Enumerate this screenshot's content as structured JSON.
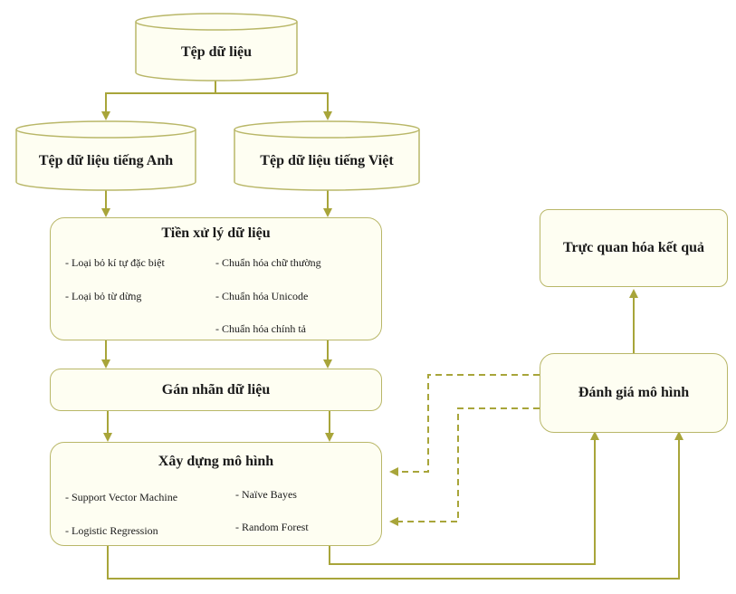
{
  "colors": {
    "stroke": "#a8a53a",
    "fill": "#fefef2",
    "border": "#b9b768"
  },
  "source": {
    "label": "Tệp dữ liệu"
  },
  "english": {
    "label": "Tệp dữ liệu tiếng Anh"
  },
  "vietnamese": {
    "label": "Tệp dữ liệu tiếng Việt"
  },
  "preprocess": {
    "title": "Tiền xử lý dữ liệu",
    "items": [
      "- Loại bỏ kí tự đặc biệt",
      "- Loại bỏ từ dừng",
      "- Chuẩn hóa chữ thường",
      "- Chuẩn hóa Unicode",
      "- Chuẩn hóa chính tả"
    ]
  },
  "labeling": {
    "title": "Gán nhãn dữ liệu"
  },
  "modeling": {
    "title": "Xây dựng mô hình",
    "items": [
      "- Support Vector Machine",
      "- Logistic Regression",
      "- Naïve Bayes",
      "- Random Forest"
    ]
  },
  "evaluation": {
    "title": "Đánh giá mô hình"
  },
  "visualization": {
    "title": "Trực quan hóa kết quả"
  }
}
